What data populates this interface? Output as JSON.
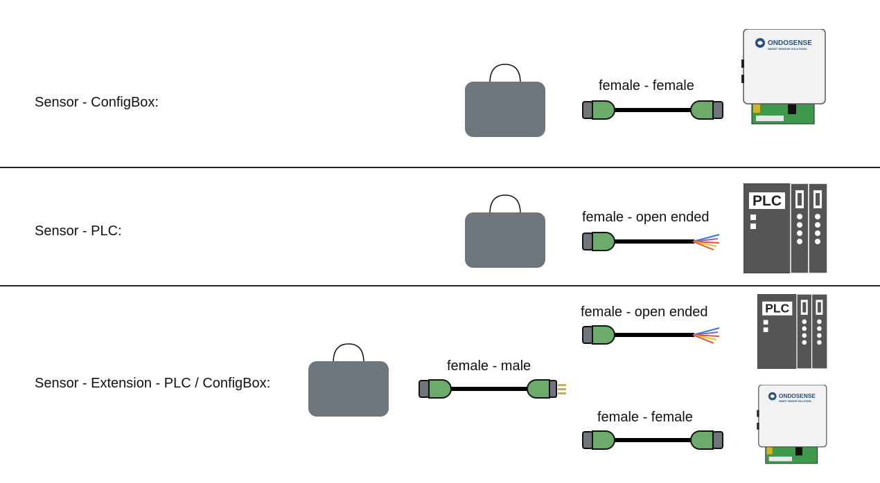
{
  "rows": [
    {
      "label": "Sensor - ConfigBox:",
      "cable": "female - female"
    },
    {
      "label": "Sensor - PLC:",
      "cable": "female - open ended"
    },
    {
      "label": "Sensor - Extension - PLC / ConfigBox:",
      "extension_cable": "female - male",
      "cable_plc": "female - open ended",
      "cable_configbox": "female - female"
    }
  ],
  "plc_text": "PLC",
  "configbox_logo": {
    "brand": "ONDOSENSE",
    "tagline": "SMART SENSOR SOLUTIONS"
  },
  "colors": {
    "sensor": "#6f767b",
    "connector": "#6dab6d",
    "cable": "#000000",
    "plc": "#555555"
  }
}
